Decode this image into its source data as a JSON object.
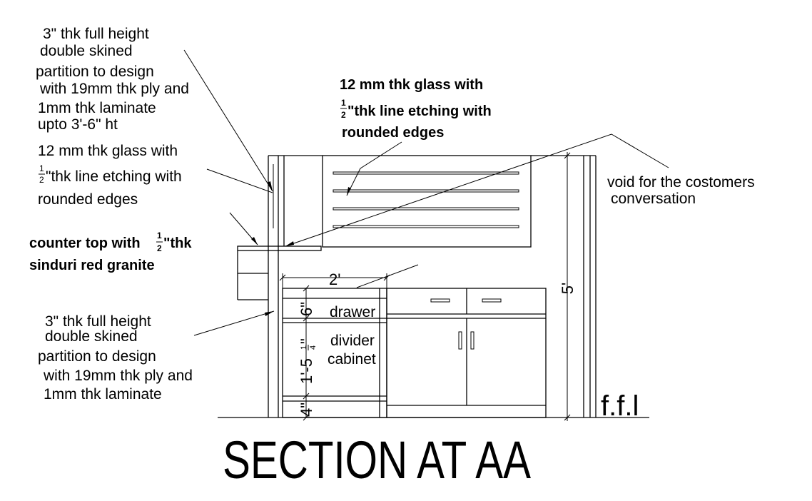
{
  "notes": {
    "partition_top": [
      "3\" thk full height",
      "double skined",
      "partition to design",
      "with 19mm thk ply and",
      "1mm thk laminate",
      "upto 3'-6\" ht"
    ],
    "glass_left": [
      "12 mm thk glass with",
      "\"thk line etching with",
      "rounded edges"
    ],
    "glass_left_fraction": {
      "num": "1",
      "den": "2"
    },
    "glass_top": [
      "12 mm thk glass with",
      "\"thk line etching with",
      "rounded edges"
    ],
    "glass_top_fraction": {
      "num": "1",
      "den": "2"
    },
    "counter_top": [
      "counter top with",
      "\"thk",
      "sinduri red  granite"
    ],
    "counter_fraction": {
      "num": "1",
      "den": "2"
    },
    "partition_bottom": [
      "3\" thk full height",
      "double skined",
      "partition to design",
      "with 19mm thk ply and",
      "1mm thk laminate"
    ],
    "void": [
      "void for the costomers",
      "conversation"
    ]
  },
  "labels": {
    "drawer": "drawer",
    "divider": "divider",
    "cabinet": "cabinet",
    "ffl": "f.f.l"
  },
  "dimensions": {
    "width_2ft": "2'",
    "height_6in": "6\"",
    "height_1ft5": "1'-5",
    "height_1ft5_fraction": {
      "num": "1",
      "den": "4"
    },
    "height_1ft5_suffix": "\"",
    "height_4in": "4\"",
    "height_5ft": "5'"
  },
  "title": "SECTION  AT AA"
}
